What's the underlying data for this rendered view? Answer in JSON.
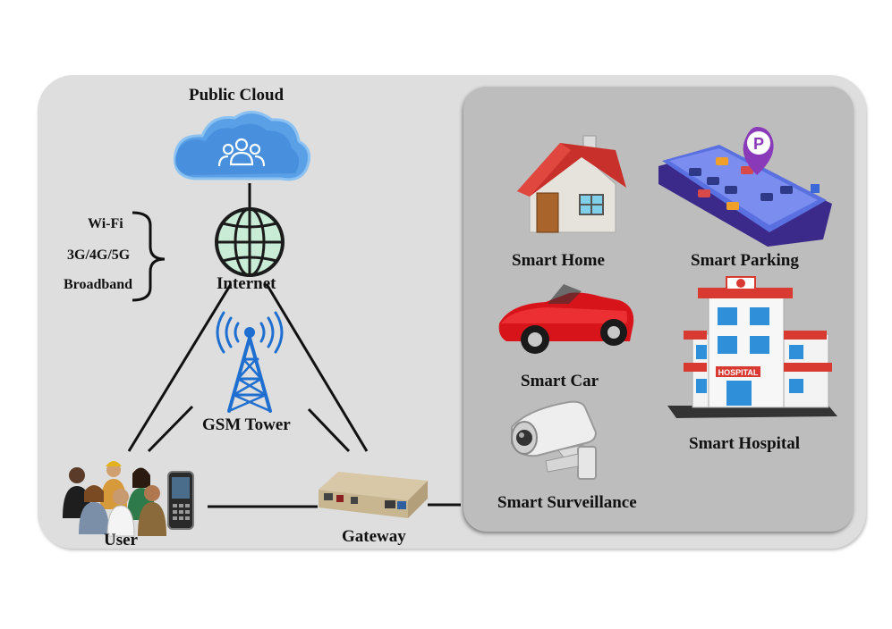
{
  "labels": {
    "public_cloud": "Public Cloud",
    "internet": "Internet",
    "gsm_tower": "GSM Tower",
    "user": "User",
    "gateway": "Gateway",
    "wifi": "Wi-Fi",
    "mobile": "3G/4G/5G",
    "broadband": "Broadband"
  },
  "smart_items": [
    {
      "label": "Smart Home",
      "icon": "house-icon"
    },
    {
      "label": "Smart Parking",
      "icon": "parking-phone-icon"
    },
    {
      "label": "Smart Car",
      "icon": "car-icon"
    },
    {
      "label": "Smart Hospital",
      "icon": "hospital-icon"
    },
    {
      "label": "Smart Surveillance",
      "icon": "surveillance-camera-icon"
    }
  ],
  "hospital_sign": "HOSPITAL",
  "parking_pin": "P",
  "colors": {
    "outer_panel": "#dedede",
    "inner_panel": "#bdbdbd",
    "cloud_blue": "#5aa0e6",
    "globe_green": "#c9ecd6",
    "tower_blue": "#1f6fd0",
    "house_roof": "#c8312b",
    "car_red": "#d8141b",
    "parking_purple": "#5a2ea6"
  }
}
